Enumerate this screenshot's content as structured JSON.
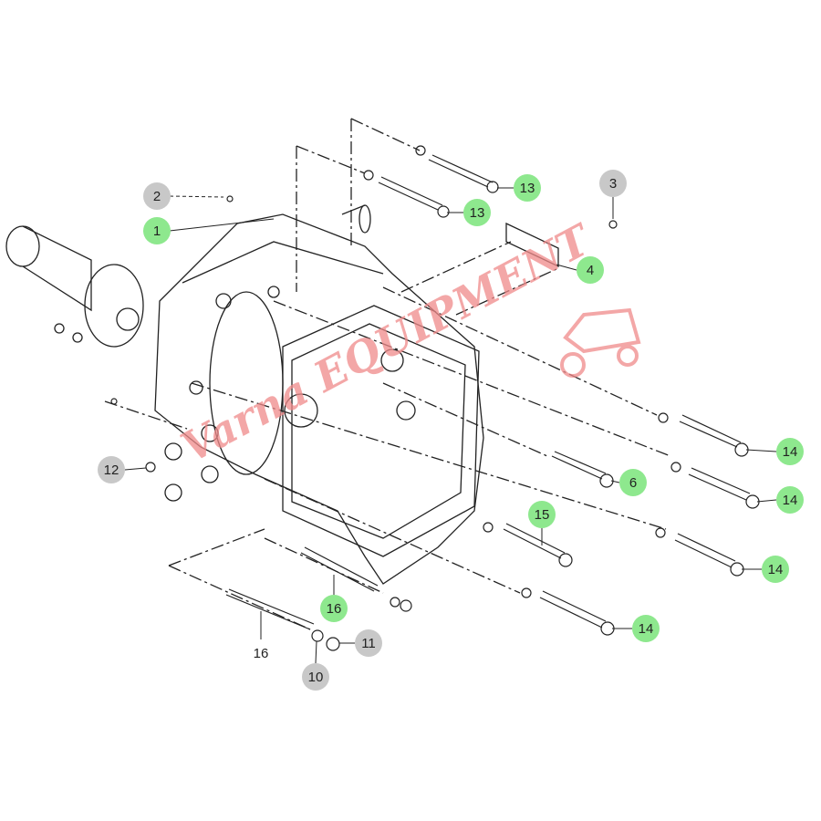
{
  "diagram": {
    "watermark": "Varna EQUIPMENT",
    "colors": {
      "green_callout": "#8ee88e",
      "gray_callout": "#c8c8c8",
      "watermark": "#f08a8a",
      "line": "#222222"
    },
    "callouts": [
      {
        "label": "1",
        "style": "green"
      },
      {
        "label": "2",
        "style": "gray"
      },
      {
        "label": "3",
        "style": "gray"
      },
      {
        "label": "4",
        "style": "green"
      },
      {
        "label": "13",
        "style": "green"
      },
      {
        "label": "13",
        "style": "green"
      },
      {
        "label": "12",
        "style": "gray"
      },
      {
        "label": "14",
        "style": "green"
      },
      {
        "label": "14",
        "style": "green"
      },
      {
        "label": "14",
        "style": "green"
      },
      {
        "label": "14",
        "style": "green"
      },
      {
        "label": "6",
        "style": "green"
      },
      {
        "label": "15",
        "style": "green"
      },
      {
        "label": "16",
        "style": "green"
      },
      {
        "label": "16",
        "style": "plain"
      },
      {
        "label": "11",
        "style": "gray"
      },
      {
        "label": "10",
        "style": "gray"
      }
    ]
  }
}
